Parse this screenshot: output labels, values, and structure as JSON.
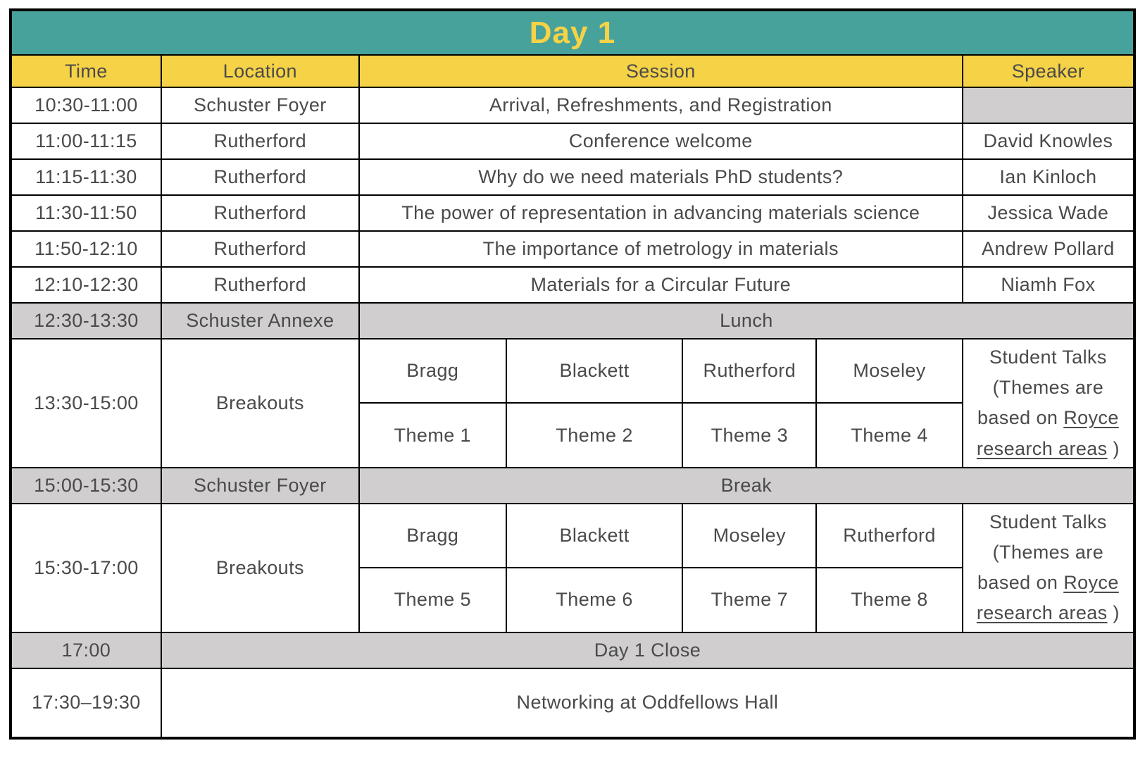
{
  "colors": {
    "teal": "#47A29C",
    "yellow": "#F5D246",
    "gray": "#D0CECE",
    "text": "#4A4A4A",
    "border": "#000000",
    "background": "#FFFFFF"
  },
  "title": "Day 1",
  "header": {
    "time": "Time",
    "location": "Location",
    "session": "Session",
    "speaker": "Speaker"
  },
  "rows": {
    "arrival": {
      "time": "10:30-11:00",
      "location": "Schuster Foyer",
      "session": "Arrival, Refreshments, and Registration",
      "speaker": ""
    },
    "welcome": {
      "time": "11:00-11:15",
      "location": "Rutherford",
      "session": "Conference welcome",
      "speaker": "David Knowles"
    },
    "why_phd": {
      "time": "11:15-11:30",
      "location": "Rutherford",
      "session": "Why do we need materials PhD students?",
      "speaker": "Ian Kinloch"
    },
    "representation": {
      "time": "11:30-11:50",
      "location": "Rutherford",
      "session": "The power of representation in advancing materials science",
      "speaker": "Jessica Wade"
    },
    "metrology": {
      "time": "11:50-12:10",
      "location": "Rutherford",
      "session": "The importance of metrology in materials",
      "speaker": "Andrew Pollard"
    },
    "circular": {
      "time": "12:10-12:30",
      "location": "Rutherford",
      "session": "Materials for a Circular Future",
      "speaker": "Niamh Fox"
    },
    "lunch": {
      "time": "12:30-13:30",
      "location": "Schuster Annexe",
      "session": "Lunch"
    },
    "breakout1": {
      "time": "13:30-15:00",
      "location": "Breakouts",
      "rooms": [
        "Bragg",
        "Blackett",
        "Rutherford",
        "Moseley"
      ],
      "themes": [
        "Theme 1",
        "Theme 2",
        "Theme 3",
        "Theme 4"
      ]
    },
    "break": {
      "time": "15:00-15:30",
      "location": "Schuster Foyer",
      "session": "Break"
    },
    "breakout2": {
      "time": "15:30-17:00",
      "location": "Breakouts",
      "rooms": [
        "Bragg",
        "Blackett",
        "Moseley",
        "Rutherford"
      ],
      "themes": [
        "Theme 5",
        "Theme 6",
        "Theme 7",
        "Theme 8"
      ]
    },
    "close": {
      "time": "17:00",
      "session": "Day 1 Close"
    },
    "networking": {
      "time": "17:30–19:30",
      "session": "Networking at Oddfellows Hall"
    }
  },
  "student_talks": {
    "line1": "Student Talks",
    "line2": "(Themes are",
    "line3_text": "based on ",
    "line3_link": "Royce",
    "line4_link": "research areas",
    "line4_text": " )"
  }
}
